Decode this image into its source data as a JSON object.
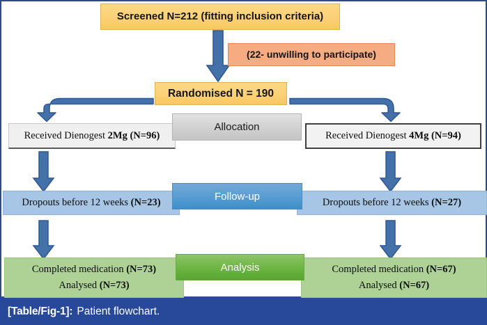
{
  "figure": {
    "caption_tag": "[Table/Fig-1]:",
    "caption_text": "Patient flowchart.",
    "frame_color": "#2e4b86",
    "caption_bar_color": "#28499a"
  },
  "flowchart": {
    "type": "consort-flow-diagram",
    "nodes": {
      "screened": {
        "label": "Screened N=212 (fitting inclusion criteria)",
        "label_plain": "Screened N=",
        "count": "212",
        "label_suffix": " (fitting inclusion criteria)",
        "color": "#fbd177"
      },
      "excluded": {
        "label": "(22- unwilling to participate)",
        "count": "22",
        "label_prefix": "(",
        "label_suffix": "- unwilling to participate)",
        "color": "#f7ab80"
      },
      "randomised": {
        "label": "Randomised N = 190",
        "count": "190",
        "color": "#fbd177"
      },
      "allocation_left": {
        "label": "Received Dienogest 2Mg (N=96)",
        "label_prefix": "Received Dienogest ",
        "dose": "2Mg",
        "count_text": " (N=96)",
        "color": "#f0f0f0"
      },
      "allocation_right": {
        "label": "Received Dienogest 4Mg (N=94)",
        "label_prefix": "Received Dienogest ",
        "dose": "4Mg",
        "count_text": " (N=94)",
        "color": "#f2f2f2"
      },
      "followup_left": {
        "label": "Dropouts before 12 weeks (N=23)",
        "label_prefix": "Dropouts before 12 weeks ",
        "count_text": "(N=23)",
        "color": "#a7c6e6"
      },
      "followup_right": {
        "label": "Dropouts before 12 weeks (N=27)",
        "label_prefix": "Dropouts before 12 weeks ",
        "count_text": "(N=27)",
        "color": "#a7c6e6"
      },
      "analysis_left": {
        "line1_prefix": "Completed medication ",
        "line1_count": "(N=73)",
        "line2_prefix": "Analysed ",
        "line2_count": "(N=73)",
        "color": "#aed295"
      },
      "analysis_right": {
        "line1_prefix": "Completed medication ",
        "line1_count": "(N=67)",
        "line2_prefix": "Analysed ",
        "line2_count": "(N=67)",
        "color": "#aed295"
      }
    },
    "bands": {
      "allocation": {
        "label": "Allocation",
        "color": "#d2d2d2"
      },
      "followup": {
        "label": "Follow-up",
        "color": "#599ed3"
      },
      "analysis": {
        "label": "Analysis",
        "color": "#6fb645"
      }
    },
    "arrows": {
      "color": "#4472a8",
      "border_color": "#2f5894",
      "count": 7
    }
  }
}
